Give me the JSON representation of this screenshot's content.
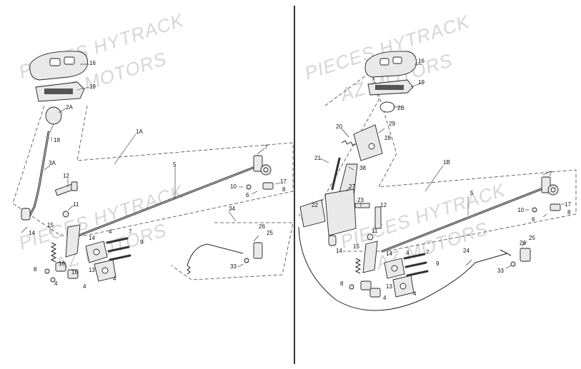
{
  "watermarks": {
    "left_top_1": "PIECES HYTRACK",
    "left_top_2": "AZ MOTORS",
    "left_bottom_1": "PIECES HYTRACK",
    "left_bottom_2": "AZ MOTORS",
    "right_top_1": "PIECES HYTRACK",
    "right_top_2": "AZ MOTORS",
    "right_bottom_1": "PIECES HYTRACK",
    "right_bottom_2": "AZ MOTORS"
  },
  "left_callouts": {
    "c16": "16",
    "c19": "19",
    "c2A": "2A",
    "c18": "18",
    "c1A": "1A",
    "c3A": "3A",
    "c12": "12",
    "c11": "11",
    "c14": "14",
    "c15": "15",
    "c5": "5",
    "c7": "7",
    "c10": "10",
    "c6": "6",
    "c17": "17",
    "c8a": "8",
    "c34": "34",
    "c26": "26",
    "c25": "25",
    "c33": "33",
    "c4a": "4",
    "c7b": "7",
    "c9": "9",
    "c8b": "8",
    "c16b": "16",
    "c16c": "16",
    "c13": "13",
    "c4b": "4",
    "c4c": "4",
    "c4d": "4",
    "c14b": "14"
  },
  "right_callouts": {
    "c16": "16",
    "c19": "19",
    "c2B": "2B",
    "c29": "29",
    "c20": "20",
    "c28": "28",
    "c21": "21",
    "c38": "38",
    "c27": "27",
    "c23": "23",
    "c22": "22",
    "c12": "12",
    "c11": "11",
    "c14": "14",
    "c15": "15",
    "c1B": "1B",
    "c5": "5",
    "c7": "7",
    "c10": "10",
    "c6": "6",
    "c17": "17",
    "c8a": "8",
    "c24": "24",
    "c26": "26",
    "c25": "25",
    "c33": "33",
    "c4a": "4",
    "c7b": "7",
    "c9": "9",
    "c8b": "8",
    "c13": "13",
    "c4b": "4",
    "c4c": "4",
    "c14b": "14"
  }
}
